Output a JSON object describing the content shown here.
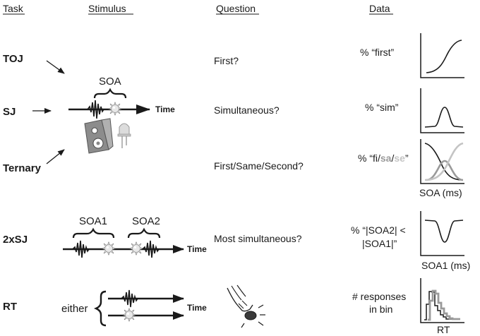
{
  "headers": {
    "task": "Task",
    "stimulus": "Stimulus",
    "question": "Question",
    "data": "Data"
  },
  "tasks": {
    "toj": "TOJ",
    "sj": "SJ",
    "ternary": "Ternary",
    "two_sj": "2xSJ",
    "rt": "RT"
  },
  "stimulus": {
    "soa": "SOA",
    "soa1": "SOA1",
    "soa2": "SOA2",
    "time": "Time",
    "either": "either"
  },
  "questions": {
    "toj": "First?",
    "sj": "Simultaneous?",
    "ternary": "First/Same/Second?",
    "two_sj": "Most simultaneous?"
  },
  "data_labels": {
    "toj": "% “first”",
    "sj": "% “sim”",
    "ternary_prefix": "% “fi/",
    "ternary_sa": "sa",
    "ternary_slash": "/",
    "ternary_se": "se",
    "ternary_suffix": "”",
    "two_sj_line1": "% “|SOA2| <",
    "two_sj_line2": "|SOA1|”",
    "rt_line1": "# responses",
    "rt_line2": "in bin"
  },
  "axis_labels": {
    "soa_ms": "SOA (ms)",
    "soa1_ms": "SOA1 (ms)",
    "rt": "RT"
  },
  "colors": {
    "ink": "#1a1a1a",
    "gray": "#9a9a9a",
    "light_gray": "#c4c4c4"
  }
}
